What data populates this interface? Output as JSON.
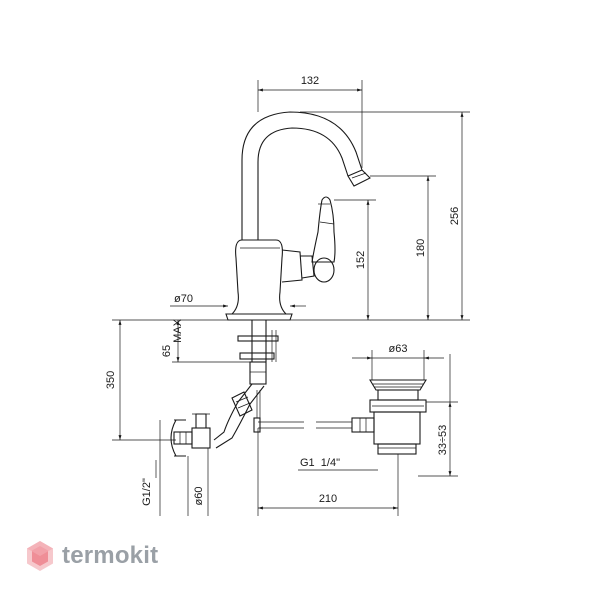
{
  "drawing": {
    "dimensions": {
      "width_top": "132",
      "height_total": "256",
      "height_spout": "180",
      "height_handle": "152",
      "base_diameter": "ø70",
      "deck_thickness": "65\nMAX",
      "supply_length": "350",
      "drain_diameter": "ø63",
      "drain_range": "33÷53",
      "drain_thread": "G1  1/4\"",
      "supply_width": "210",
      "supply_thread": "G1/2\"",
      "escutcheon_diameter": "ø60"
    }
  },
  "brand": {
    "name": "termokit",
    "color": "#9aa0a6",
    "accent": "#e94e5c"
  }
}
